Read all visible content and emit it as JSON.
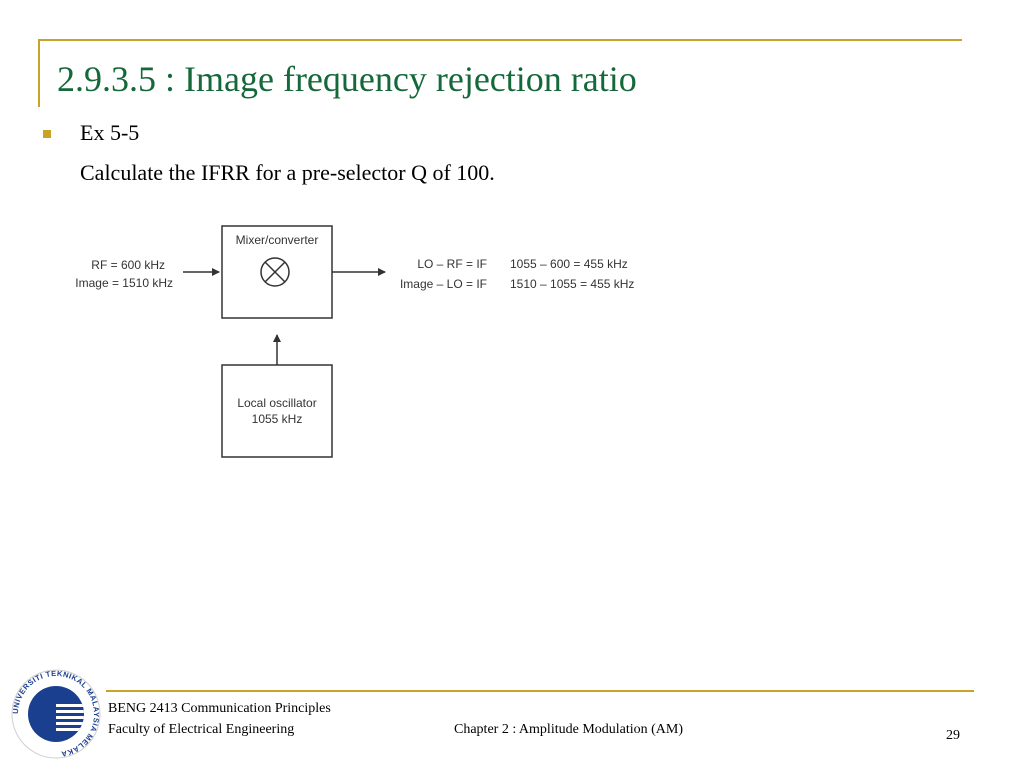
{
  "slide": {
    "title": "2.9.3.5 : Image frequency rejection ratio",
    "bullet": "Ex 5-5",
    "question": "Calculate the IFRR for a pre-selector Q of 100."
  },
  "diagram": {
    "mixer_label": "Mixer/converter",
    "input_rf": "RF = 600 kHz",
    "input_image": "Image = 1510 kHz",
    "output_lo_rf": "LO – RF = IF",
    "output_image_lo": "Image – LO = IF",
    "calc_1": "1055 – 600 = 455 kHz",
    "calc_2": "1510 – 1055 = 455 kHz",
    "oscillator_label": "Local oscillator",
    "oscillator_freq": "1055 kHz"
  },
  "footer": {
    "course": "BENG 2413 Communication Principles",
    "faculty": "Faculty of Electrical Engineering",
    "chapter": "Chapter 2 : Amplitude Modulation (AM)",
    "page": "29"
  },
  "logo": {
    "ring_text": "UNIVERSITI TEKNIKAL MALAYSIA MELAKA"
  },
  "colors": {
    "title": "#14683a",
    "accent": "#c9a227",
    "logo_blue": "#1a3f8f"
  }
}
